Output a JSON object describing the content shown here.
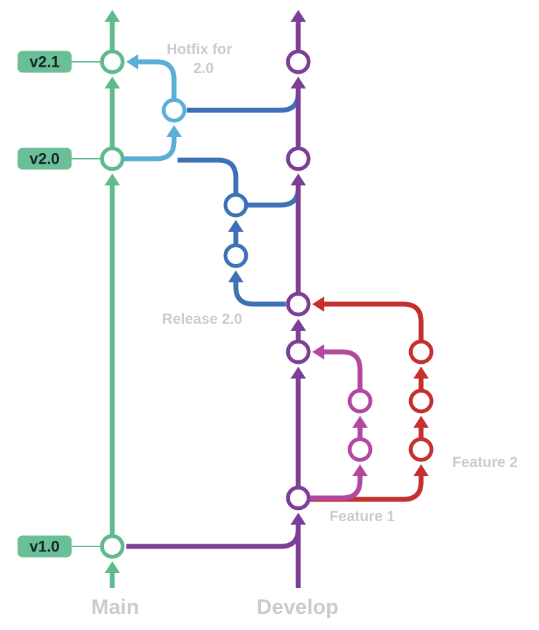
{
  "colors": {
    "background": "#ffffff",
    "main": "#61ba8d",
    "develop": "#7d3e96",
    "hotfix": "#5baed6",
    "release": "#3d70b4",
    "feature1": "#b248a0",
    "feature2": "#c4302d",
    "label_text": "#c7ccd3",
    "tag_bg": "#6abf96",
    "tag_text": "#15232d"
  },
  "tags": [
    {
      "label": "v2.1",
      "branch": "main"
    },
    {
      "label": "v2.0",
      "branch": "main"
    },
    {
      "label": "v1.0",
      "branch": "main"
    }
  ],
  "branches": {
    "main": {
      "label": "Main",
      "commit_count": 3
    },
    "develop": {
      "label": "Develop",
      "commit_count": 5
    },
    "hotfix": {
      "label_line1": "Hotfix for",
      "label_line2": "2.0",
      "commit_count": 1
    },
    "release": {
      "label": "Release 2.0",
      "commit_count": 2
    },
    "feature1": {
      "label": "Feature 1",
      "commit_count": 2
    },
    "feature2": {
      "label": "Feature 2",
      "commit_count": 3
    }
  },
  "relations": [
    "develop branches from main at v1.0",
    "feature1 branches from develop and merges back into develop",
    "feature2 branches from develop and merges back into develop",
    "release branches from develop, merges into main at v2.0 and back into develop",
    "hotfix branches from main at v2.0, merges into main at v2.1 and into develop"
  ]
}
